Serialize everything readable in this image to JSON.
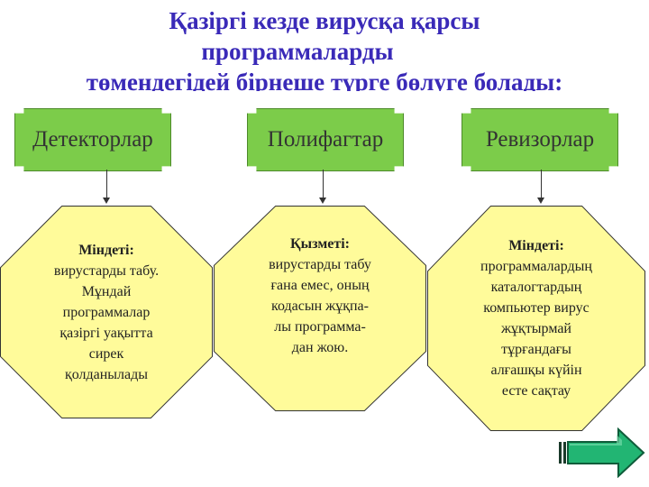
{
  "title": {
    "line1": "Қазіргі кезде вирусқа қарсы",
    "line2": "программаларды",
    "line3": "төмендегідей бірнеше түрге бөлуге болады:"
  },
  "categories": [
    {
      "label": "Детекторлар"
    },
    {
      "label": "Полифагтар"
    },
    {
      "label": "Ревизорлар"
    }
  ],
  "boxes": [
    {
      "heading": "Міндеті:",
      "lines": [
        "вирустарды табу.",
        "Мұндай",
        "программалар",
        "қазіргі уақытта",
        "сирек",
        "қолданылады"
      ]
    },
    {
      "heading": "Қызметі:",
      "lines": [
        "вирустарды табу",
        "ғана емес, оның",
        "кодасын жұқпа-",
        "лы программа-",
        "дан жою."
      ]
    },
    {
      "heading": "Міндеті:",
      "lines": [
        "программалардың",
        "каталогтардың",
        "компьютер вирус",
        "жұқтырмай",
        "тұрғандағы",
        "алғашқы күйін",
        "есте сақтау"
      ]
    }
  ],
  "colors": {
    "title": "#3a2ab8",
    "green": "#7ccc4a",
    "yellow": "#fffb9a",
    "next_button": "#22b573"
  },
  "nav_icon": "next-arrow-icon"
}
